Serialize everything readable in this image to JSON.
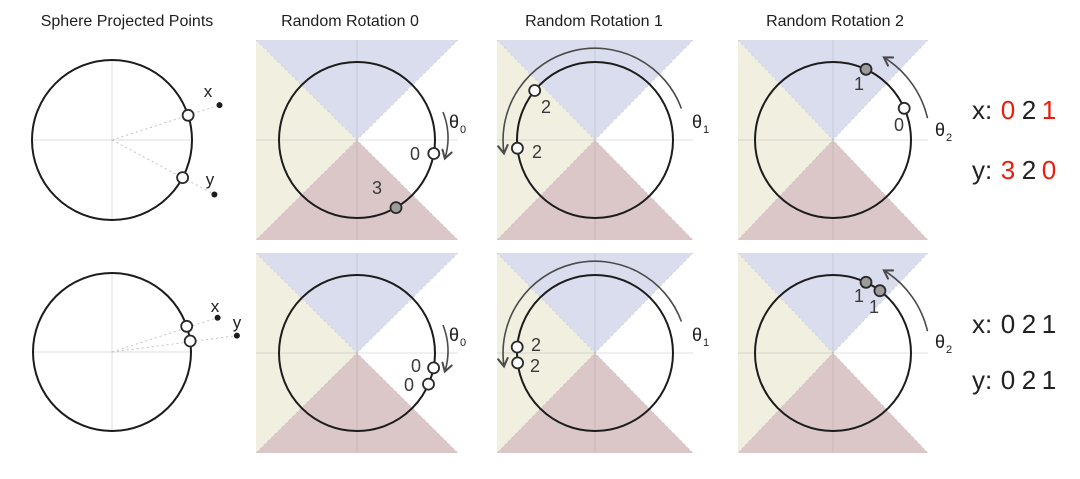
{
  "figure": {
    "titles": {
      "sphere": "Sphere Projected Points",
      "rotation0": "Random Rotation 0",
      "rotation1": "Random Rotation 1",
      "rotation2": "Random Rotation 2"
    },
    "theta": {
      "symbol": "θ",
      "subscripts": [
        "0",
        "1",
        "2"
      ]
    },
    "colors": {
      "region_top_blue": "#dadded",
      "region_left_beige": "#f0efe0",
      "region_bottom_mauve": "#dbc7c7",
      "region_right_white": "#ffffff",
      "highlight_red": "#ec1c0d",
      "ink": "#212121"
    },
    "top_row": {
      "sphere_points": {
        "x_label": "x",
        "y_label": "y"
      },
      "rotation0_buckets": {
        "x": "0",
        "y": "3"
      },
      "rotation1_buckets": {
        "x": "2",
        "y": "2"
      },
      "rotation2_buckets": {
        "x": "1",
        "y": "0"
      },
      "hash_x": {
        "prefix": "x:",
        "digits": [
          {
            "value": "0",
            "highlight": true
          },
          {
            "value": "2",
            "highlight": false
          },
          {
            "value": "1",
            "highlight": true
          }
        ]
      },
      "hash_y": {
        "prefix": "y:",
        "digits": [
          {
            "value": "3",
            "highlight": true
          },
          {
            "value": "2",
            "highlight": false
          },
          {
            "value": "0",
            "highlight": true
          }
        ]
      }
    },
    "bottom_row": {
      "sphere_points": {
        "x_label": "x",
        "y_label": "y"
      },
      "rotation0_buckets": {
        "x": "0",
        "y": "0"
      },
      "rotation1_buckets": {
        "x": "2",
        "y": "2"
      },
      "rotation2_buckets": {
        "x": "1",
        "y": "1"
      },
      "hash_x": {
        "prefix": "x:",
        "digits": [
          {
            "value": "0",
            "highlight": false
          },
          {
            "value": "2",
            "highlight": false
          },
          {
            "value": "1",
            "highlight": false
          }
        ]
      },
      "hash_y": {
        "prefix": "y:",
        "digits": [
          {
            "value": "0",
            "highlight": false
          },
          {
            "value": "2",
            "highlight": false
          },
          {
            "value": "1",
            "highlight": false
          }
        ]
      }
    }
  }
}
